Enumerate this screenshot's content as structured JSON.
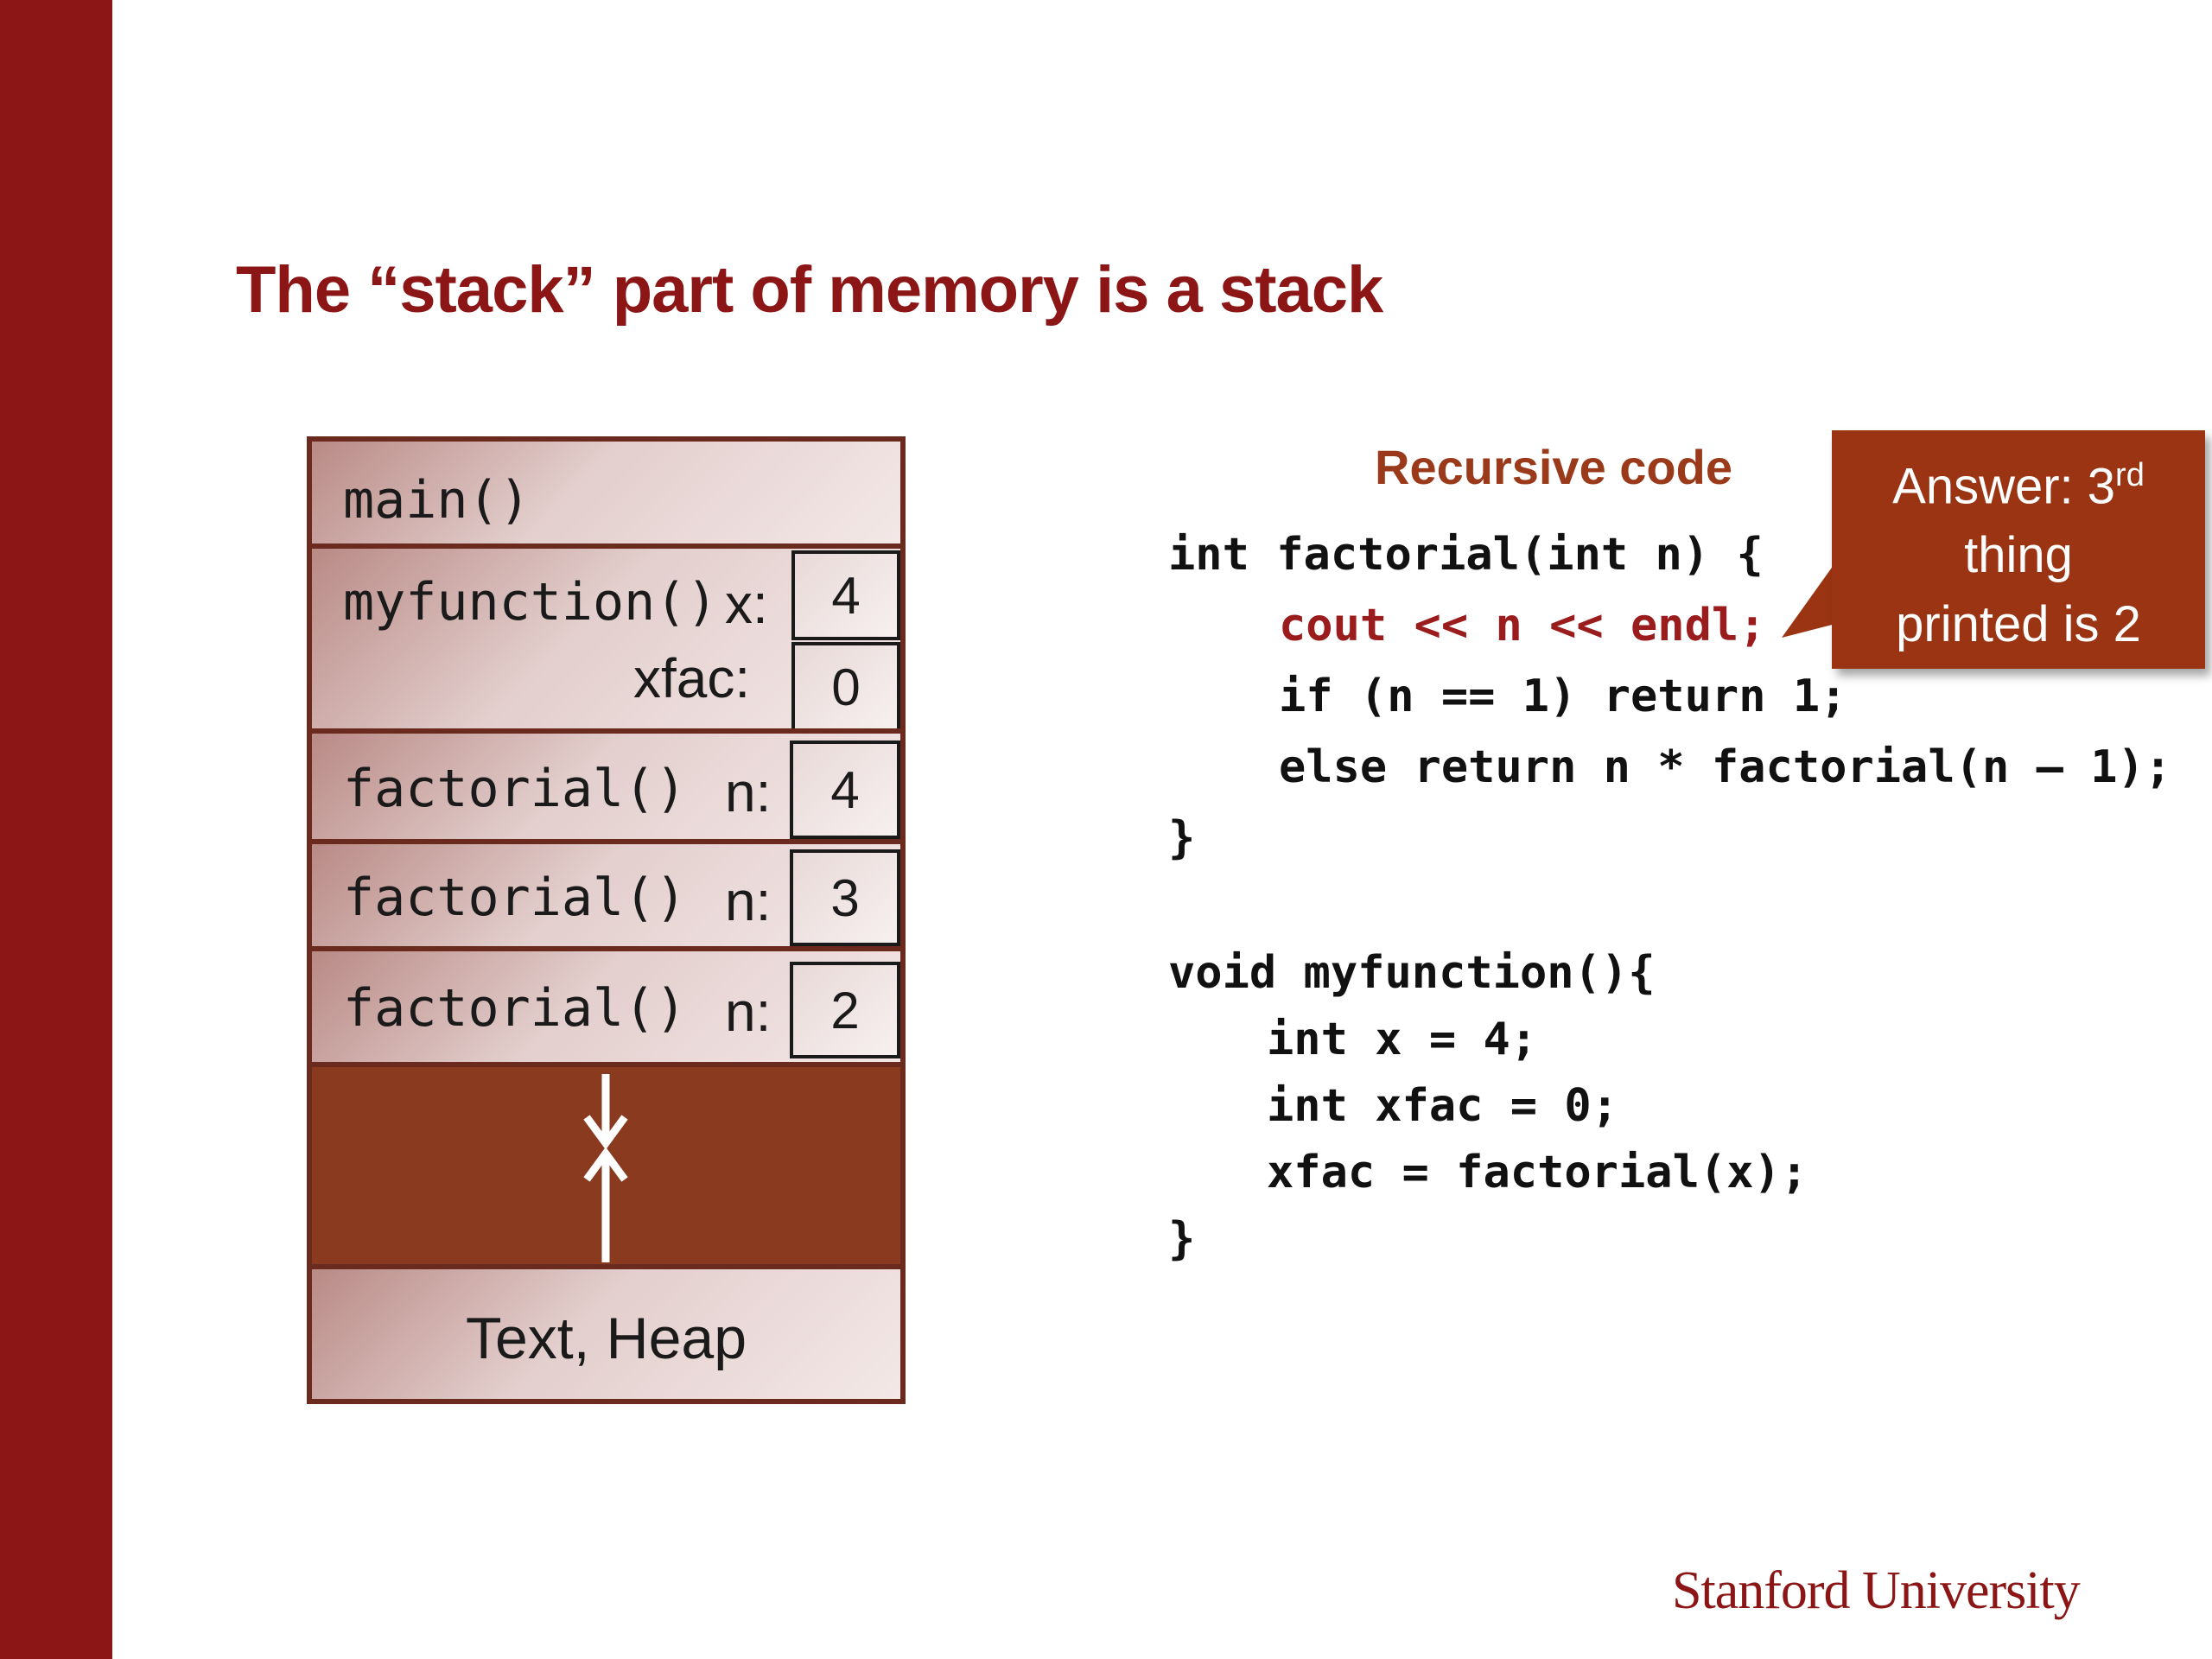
{
  "title": "The “stack” part of memory is a stack",
  "stack": {
    "main_label": "main()",
    "myfunction": {
      "label": "myfunction()",
      "x_label": "x:",
      "x_value": "4",
      "xfac_label": "xfac:",
      "xfac_value": "0"
    },
    "factorial_frames": [
      {
        "label": "factorial()",
        "var_label": "n:",
        "value": "4"
      },
      {
        "label": "factorial()",
        "var_label": "n:",
        "value": "3"
      },
      {
        "label": "factorial()",
        "var_label": "n:",
        "value": "2"
      }
    ],
    "heap_label": "Text, Heap"
  },
  "code": {
    "heading": "Recursive code",
    "lines": [
      "int factorial(int n) {",
      "cout << n << endl;",
      "if (n == 1) return 1;",
      "else return n * factorial(n – 1);",
      "}",
      "void myfunction(){",
      "int x = 4;",
      "int xfac = 0;",
      "xfac = factorial(x);",
      "}"
    ]
  },
  "callout": {
    "prefix": "Answer: 3",
    "superscript": "rd",
    "line2": "thing",
    "line3": "printed is 2"
  },
  "logo": "Stanford University",
  "colors": {
    "accent": "#8c1515",
    "callout": "#9a3412",
    "frame_border": "#6b2a1e",
    "free_space": "#8a3a1f"
  }
}
